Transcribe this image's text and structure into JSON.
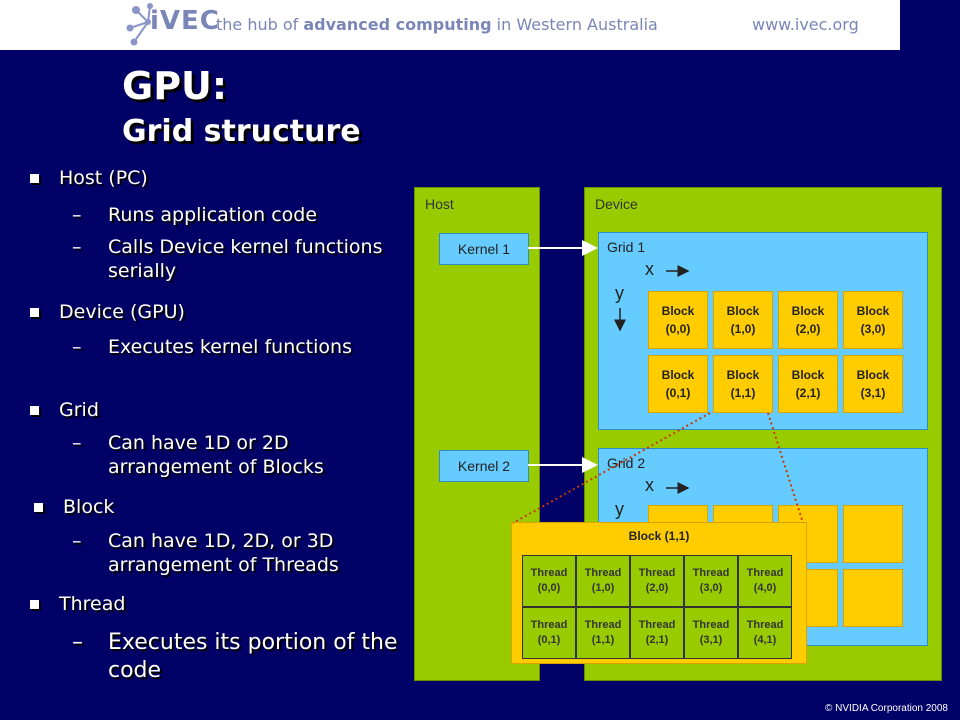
{
  "banner": {
    "brand": "iVEC",
    "tagline_pre": "the hub of ",
    "tagline_bold": "advanced computing",
    "tagline_post": " in Western Australia",
    "site": "www.ivec.org"
  },
  "slide": {
    "title_line1": "GPU:",
    "title_line2": "Grid structure"
  },
  "bullets": [
    {
      "level": 1,
      "text": "Host (PC)"
    },
    {
      "level": 2,
      "text": "Runs application code"
    },
    {
      "level": 2,
      "text": "Calls Device kernel functions serially"
    },
    {
      "level": 1,
      "text": "Device (GPU)"
    },
    {
      "level": 2,
      "text": "Executes kernel functions"
    },
    {
      "level": 1,
      "text": "Grid"
    },
    {
      "level": 2,
      "text": "Can have 1D or 2D arrangement of Blocks"
    },
    {
      "level": 1,
      "text": "Block"
    },
    {
      "level": 2,
      "text": "Can have 1D, 2D, or 3D arrangement of Threads"
    },
    {
      "level": 1,
      "text": "Thread"
    },
    {
      "level": 2,
      "text": "Executes its portion of the code"
    }
  ],
  "diagram": {
    "host_label": "Host",
    "device_label": "Device",
    "kernel1": "Kernel 1",
    "kernel2": "Kernel 2",
    "grid1_label": "Grid 1",
    "grid2_label": "Grid 2",
    "axis_x": "x",
    "axis_y": "y",
    "block_word": "Block",
    "grid1_blocks": [
      [
        "(0,0)",
        "(1,0)",
        "(2,0)",
        "(3,0)"
      ],
      [
        "(0,1)",
        "(1,1)",
        "(2,1)",
        "(3,1)"
      ]
    ],
    "zoom_title": "Block (1,1)",
    "thread_word": "Thread",
    "threads": [
      [
        "(0,0)",
        "(1,0)",
        "(2,0)",
        "(3,0)",
        "(4,0)"
      ],
      [
        "(0,1)",
        "(1,1)",
        "(2,1)",
        "(3,1)",
        "(4,1)"
      ]
    ]
  },
  "footer": {
    "copyright": "© NVIDIA Corporation 2008"
  },
  "colors": {
    "background": "#000066",
    "panel_green": "#99cc00",
    "grid_blue": "#66ccff",
    "block_yellow": "#ffcc00",
    "link_red": "#cc3300"
  }
}
